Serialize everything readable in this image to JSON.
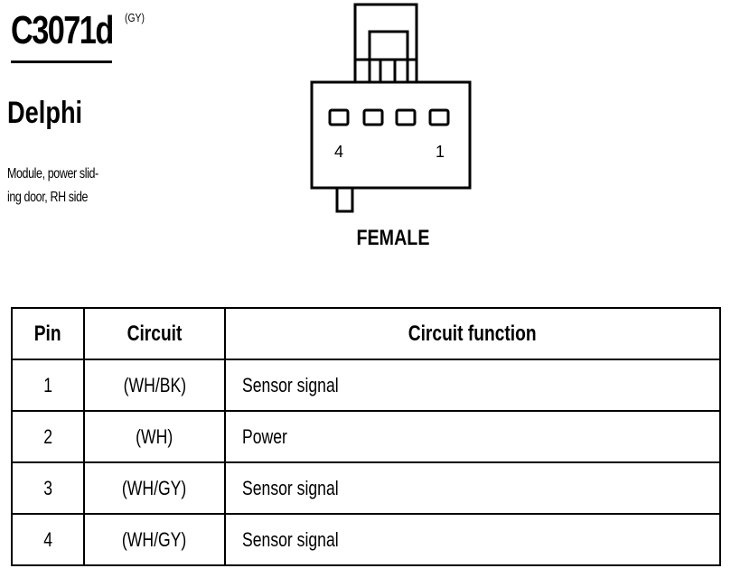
{
  "connector": {
    "id": "C3071d",
    "color": "(GY)",
    "manufacturer": "Delphi",
    "description": "Module, power sliding door, RH side",
    "description_lines": [
      "Module, power slid-",
      "ing door, RH side"
    ],
    "gender": "FEMALE",
    "pin_label_left": "4",
    "pin_label_right": "1"
  },
  "table": {
    "headers": [
      "Pin",
      "Circuit",
      "Circuit function"
    ],
    "rows": [
      {
        "pin": "1",
        "circuit": "(WH/BK)",
        "function": "Sensor signal"
      },
      {
        "pin": "2",
        "circuit": "(WH)",
        "function": "Power"
      },
      {
        "pin": "3",
        "circuit": "(WH/GY)",
        "function": "Sensor signal"
      },
      {
        "pin": "4",
        "circuit": "(WH/GY)",
        "function": "Sensor signal"
      }
    ]
  }
}
